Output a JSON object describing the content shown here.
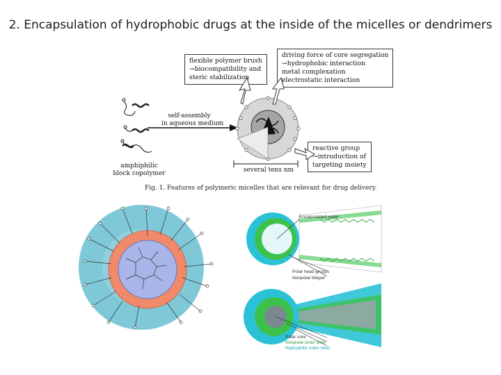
{
  "slide": {
    "title": "2. Encapsulation of hydrophobic drugs at the inside of the micelles or dendrimers"
  },
  "figure1": {
    "box_polymer_brush": [
      "flexible polymer brush",
      "→biocompatibility and",
      "steric stabilization"
    ],
    "box_core_segregation": [
      "driving force of core segregation",
      "→hydrophobic interaction",
      "metal complexation",
      "electrostatic interaction"
    ],
    "box_reactive_group": [
      "reactive group",
      "→introduction of",
      "targeting moiety"
    ],
    "self_assembly": [
      "self-assembly",
      "in aqueous medium"
    ],
    "copolymer_label": [
      "amphiphilic",
      "block copolymer"
    ],
    "size_label": "several tens nm",
    "caption": "Fig. 1. Features of polymeric micelles that are relevant for drug delivery."
  },
  "figure3": {
    "encapsulated_water": "Encapsulated water",
    "polar_head_groups": "Polar head groups",
    "nonpolar_bilayer": "Nonpolar bilayer",
    "polar_core": "Polar core",
    "nonpolar_inner_shell": "Nonpolar inner shell",
    "hydrophilic_outer_shell": "Hydrophilic outer shell"
  },
  "colors": {
    "dendrimer_outer": "#7fc8d8",
    "dendrimer_ring": "#f08a6a",
    "dendrimer_core": "#a9b4e8",
    "liposome_green": "#3cc24a",
    "liposome_cyan": "#2bc1d6"
  }
}
